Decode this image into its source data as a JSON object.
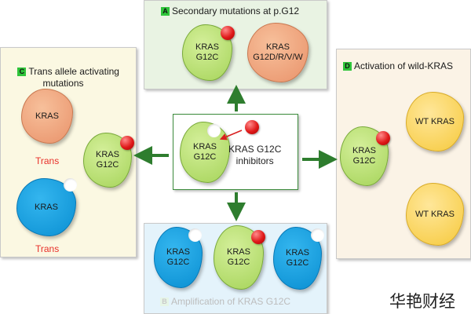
{
  "panel_a": {
    "letter": "A",
    "title": "Secondary mutations at p.G12",
    "blob1": "KRAS\nG12C",
    "blob2": "KRAS\nG12D/R/V/W"
  },
  "panel_b": {
    "letter": "B",
    "title": "Amplification of KRAS G12C",
    "blob1": "KRAS\nG12C",
    "blob2": "KRAS\nG12C",
    "blob3": "KRAS\nG12C"
  },
  "panel_c": {
    "letter": "C",
    "title": "Trans allele activating\nmutations",
    "blob_orange": "KRAS",
    "blob_blue": "KRAS",
    "blob_green": "KRAS\nG12C",
    "trans1": "Trans",
    "trans2": "Trans"
  },
  "panel_d": {
    "letter": "D",
    "title": "Activation of wild-KRAS",
    "blob_green": "KRAS\nG12C",
    "wt1": "WT KRAS",
    "wt2": "WT KRAS"
  },
  "center": {
    "blob": "KRAS\nG12C",
    "label": "KRAS G12C\ninhibitors"
  },
  "watermark": "华艳财经",
  "colors": {
    "panel_a_bg": "#e9f3e3",
    "panel_c_bg": "#fbf8e2",
    "panel_d_bg": "#fbf3e6",
    "panel_b_bg": "#e4f3fb",
    "arrow": "#2e7d2e"
  }
}
